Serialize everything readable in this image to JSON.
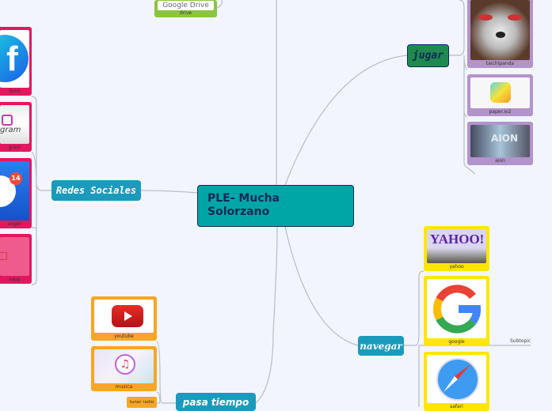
{
  "central": {
    "title": "PLE- Mucha Solorzano"
  },
  "branches": {
    "redes": {
      "label": "Redes Sociales",
      "color": "#1a9bbd"
    },
    "jugar": {
      "label": "jugar",
      "color": "#1f8a50"
    },
    "navegar": {
      "label": "navegar",
      "color": "#1a9bbd"
    },
    "pasa": {
      "label": "pasa tiempo",
      "color": "#1a9bbd"
    }
  },
  "cards": {
    "drive": {
      "label": "drive",
      "image_text": "Google Drive"
    },
    "facebook": {
      "label": "book",
      "icon": "facebook-logo"
    },
    "instagram": {
      "label": "gram",
      "image_text": "gram",
      "icon": "instagram-logo"
    },
    "messenger": {
      "label": "enger",
      "badge": "14",
      "icon": "messenger-logo"
    },
    "whatsapp": {
      "label": "sapp",
      "icon": "camera-icon"
    },
    "taichipanda": {
      "label": "taichipanda"
    },
    "paperio": {
      "label": "paper.io2"
    },
    "aion": {
      "label": "aion",
      "image_text": "AION"
    },
    "yahoo": {
      "label": "yahoo",
      "image_text": "YAHOO!"
    },
    "google": {
      "label": "google"
    },
    "safari": {
      "label": "safari",
      "icon": "compass-icon"
    },
    "youtube": {
      "label": "youtube"
    },
    "musica": {
      "label": "musica"
    },
    "tuner": {
      "label": "tuner radio"
    }
  },
  "subtopic": "Subtopic",
  "colors": {
    "background": "#f2f5fd",
    "central": "#00a6a6",
    "central_border": "#0b2a55"
  }
}
